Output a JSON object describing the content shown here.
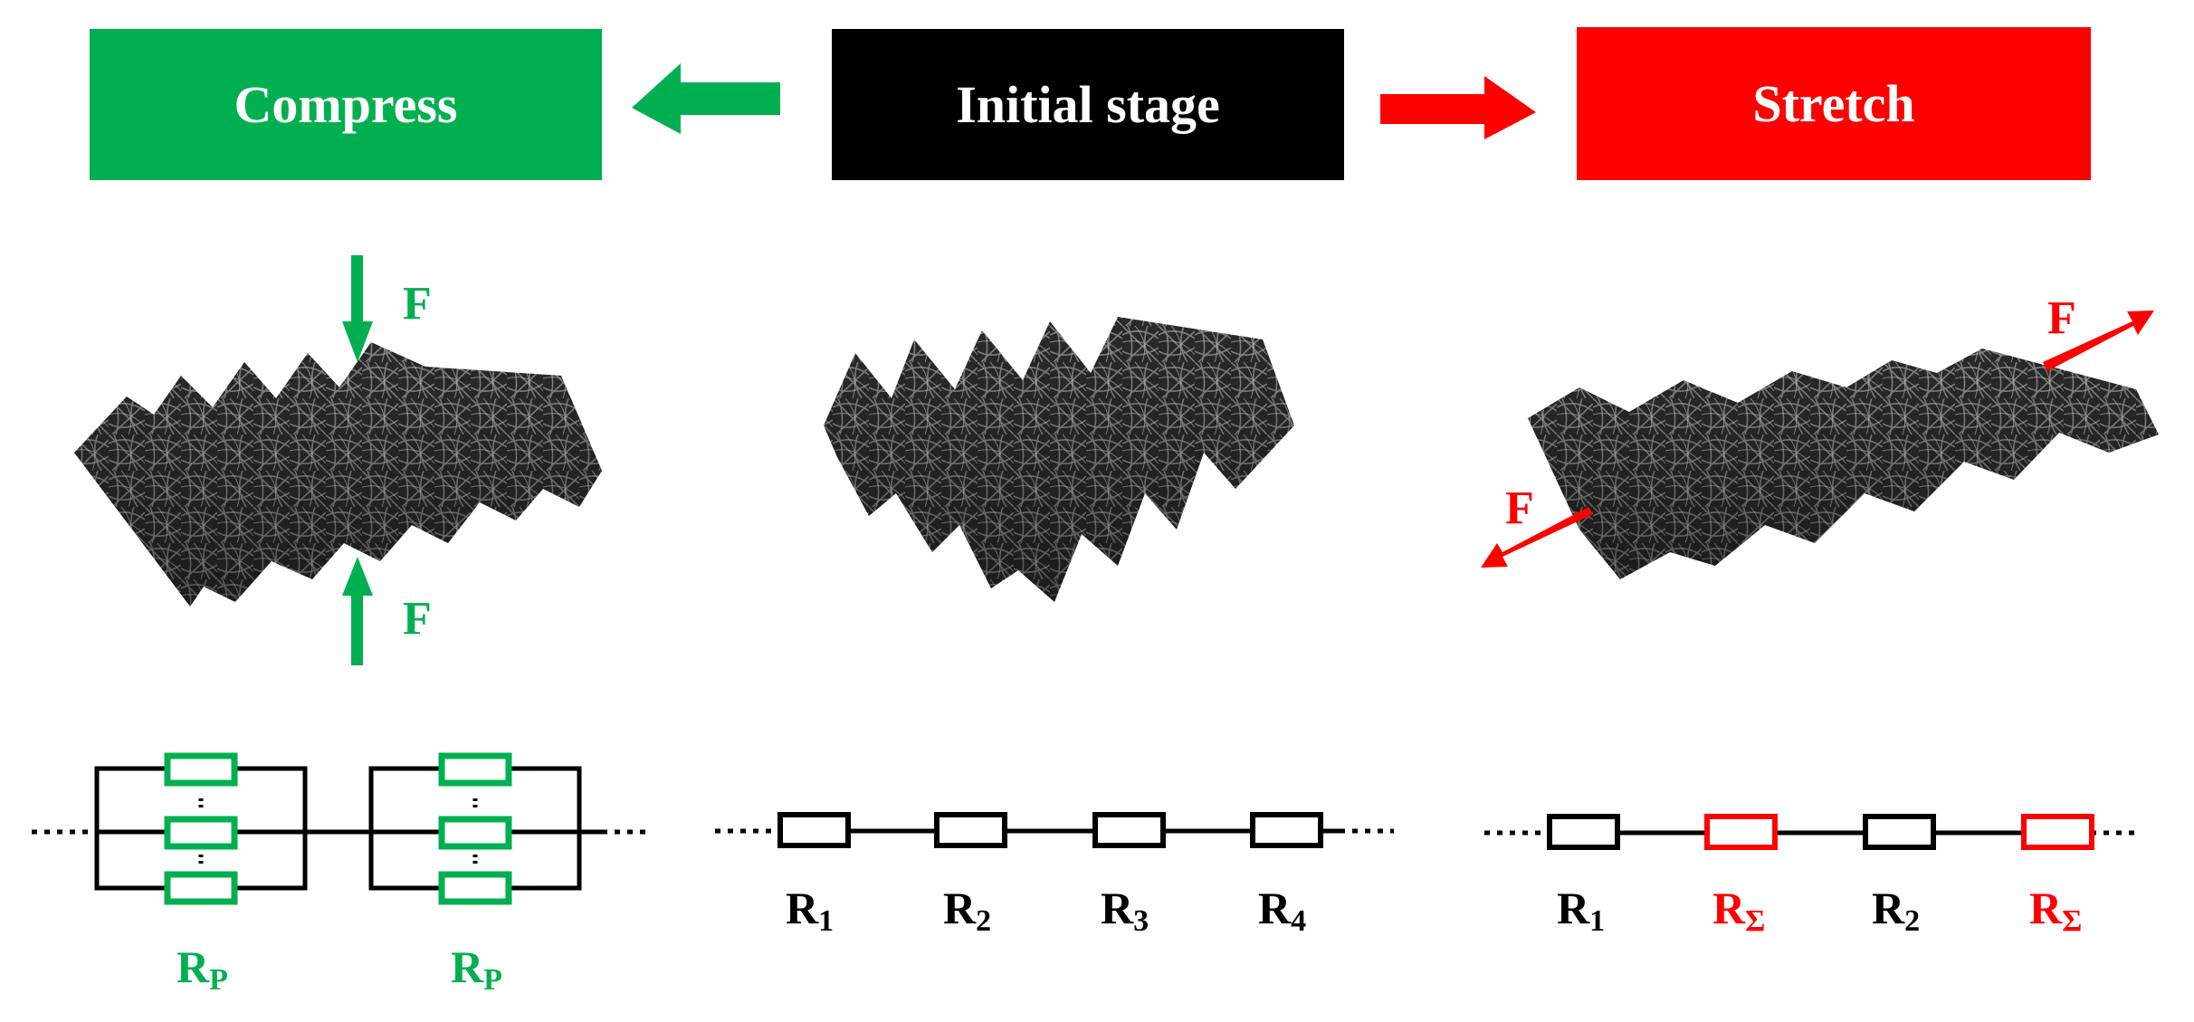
{
  "stages": {
    "compress": {
      "label": "Compress",
      "color": "#00b050"
    },
    "initial": {
      "label": "Initial stage",
      "color": "#000000"
    },
    "stretch": {
      "label": "Stretch",
      "color": "#ff0000"
    }
  },
  "force_label": "F",
  "compress_circuit": {
    "resistor_letter": "R",
    "resistor_sub": "P"
  },
  "initial_circuit": {
    "resistors": [
      {
        "letter": "R",
        "sub": "1"
      },
      {
        "letter": "R",
        "sub": "2"
      },
      {
        "letter": "R",
        "sub": "3"
      },
      {
        "letter": "R",
        "sub": "4"
      }
    ]
  },
  "stretch_circuit": {
    "resistors": [
      {
        "letter": "R",
        "sub": "1",
        "color": "#000000"
      },
      {
        "letter": "R",
        "sub": "Σ",
        "color": "#ff0000"
      },
      {
        "letter": "R",
        "sub": "2",
        "color": "#000000"
      },
      {
        "letter": "R",
        "sub": "Σ",
        "color": "#ff0000"
      }
    ]
  },
  "colors": {
    "green": "#00b050",
    "red": "#ff0000",
    "black": "#000000",
    "mesh": "#3a3a3a"
  }
}
